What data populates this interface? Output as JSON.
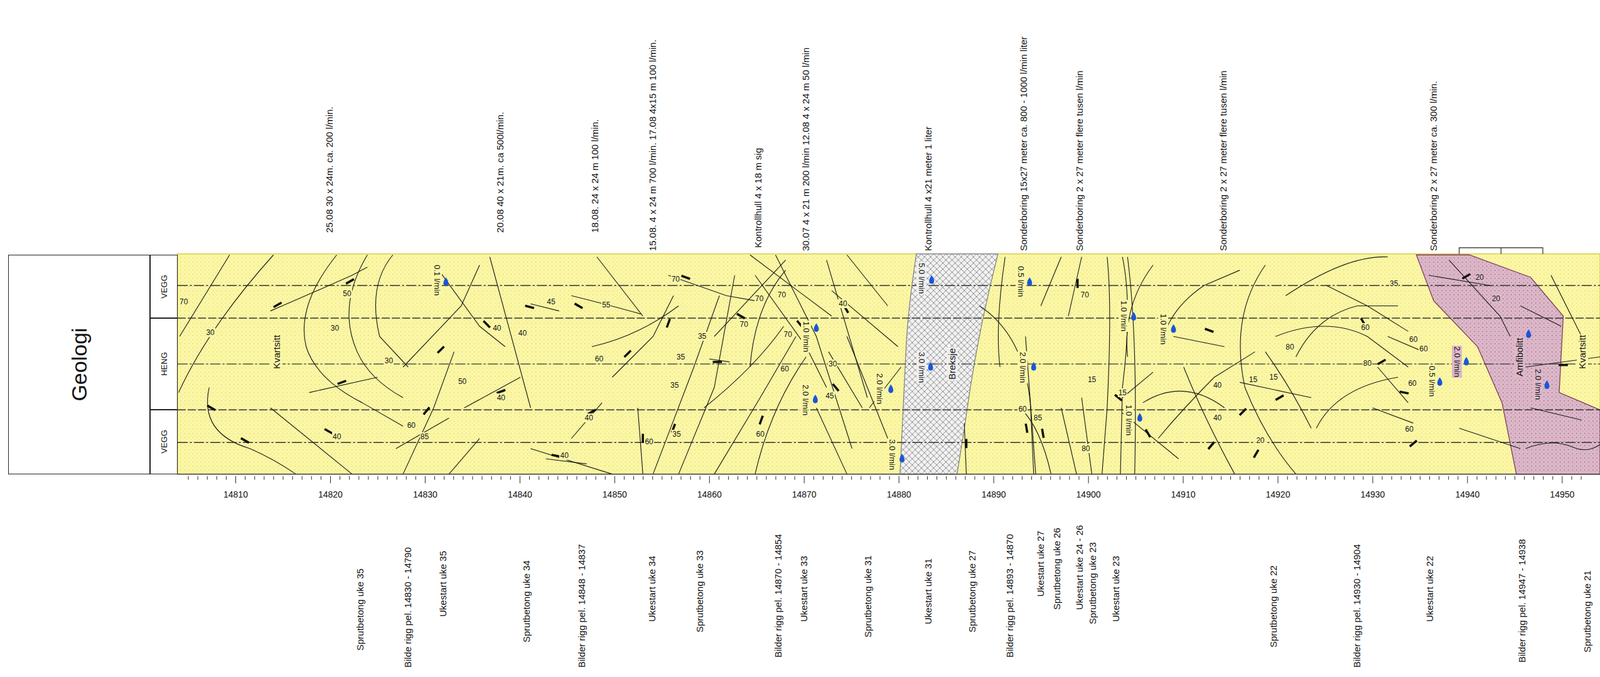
{
  "diagram": {
    "nodes": [
      {
        "text": [
          "Geologi"
        ]
      },
      {
        "text": [
          "VEGG"
        ]
      },
      {
        "text": [
          "HENG"
        ]
      },
      {
        "text": [
          "VEGG"
        ]
      }
    ],
    "labels": [
      "25.08 30 x 24m. ca. 200 l/min.",
      "20.08 40 x 21m. ca 500l/min.",
      "18.08. 24 x 24 m 100 l/min.",
      "15.08. 4 x 24 m 700 l/min. 17.08 4x15 m 100 l/min.",
      "Kontrollhull 4 x 18 m sig",
      "30.07 4 x 21 m 200 l/min 12.08 4 x 24 m 50 l/min",
      "Kontrollhull 4 x21 meter 1 liter",
      "Sonderboring 15x27 meter ca. 800 - 1000 l/min liter",
      "Sonderboring 2 x 27 meter flere tusen l/min",
      "Sonderboring 2 x 27 meter flere tusen l/min",
      "Sonderboring 2 x 27 meter ca. 300 l/min.",
      "Sprutbetong uke 35",
      "Bilde rigg pel. 14830 - 14790",
      "Ukestart uke 35",
      "Sprutbetong uke 34",
      "Bilder rigg pel. 14848 - 14837",
      "Ukestart uke 34",
      "Sprutbetong uke 33",
      "Bilder rigg pel. 14870 - 14854",
      "Ukestart uke 33",
      "Sprutbetong uke 31",
      "Ukestart uke 31",
      "Sprutbetong uke 27",
      "Bilder rigg pel. 14893 - 14870",
      "Ukestart uke 27",
      "Sprutbetong uke 26",
      "Ukestart uke 24 - 26",
      "Sprutbetong uke 23",
      "Ukestart uke 23",
      "Sprutbetong uke 22",
      "Bilder rigg pel. 14930 - 14904",
      "Ukestart uke 22",
      "Bilder rigg pel. 14947 - 14938",
      "Sprutbetong uke 21",
      "14810",
      "14820",
      "14830",
      "14840",
      "14850",
      "14860",
      "14870",
      "14880",
      "14890",
      "14900",
      "14910",
      "14920",
      "14930",
      "14940",
      "14950",
      "Kvartsitt",
      "Breksje",
      "Amfibolitt",
      "Kvartsitt",
      "0.1 l/min",
      "1.0 l/min",
      "2.0 l/min",
      "2.0 l/min",
      "5.0 l/min",
      "3.0 l/min",
      "3.0 l/min",
      "0.5 l/min",
      "2.0 l/min",
      "1.0 l/min",
      "1.0 l/min",
      "1.0 l/min",
      "2.0 l/min",
      "0.5 l/min",
      "2.0 l/min",
      "70",
      "30",
      "50",
      "30",
      "30",
      "50",
      "60",
      "40",
      "85",
      "40",
      "40",
      "40",
      "45",
      "55",
      "60",
      "40",
      "40",
      "70",
      "35",
      "35",
      "35",
      "60",
      "35",
      "70",
      "70",
      "70",
      "70",
      "40",
      "30",
      "60",
      "60",
      "45",
      "70",
      "60",
      "85",
      "80",
      "15",
      "15",
      "40",
      "40",
      "15",
      "15",
      "20",
      "80",
      "60",
      "80",
      "60",
      "60",
      "60",
      "60",
      "20",
      "20",
      "35"
    ]
  }
}
